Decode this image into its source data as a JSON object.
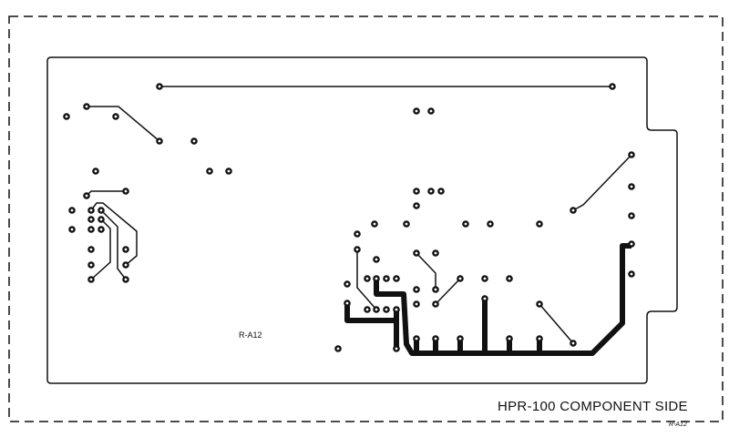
{
  "title": "HPR-100  COMPONENT SIDE",
  "board_label": "R-A12",
  "corner_mark": "R-A12",
  "colors": {
    "ink": "#111111",
    "background": "#ffffff"
  }
}
